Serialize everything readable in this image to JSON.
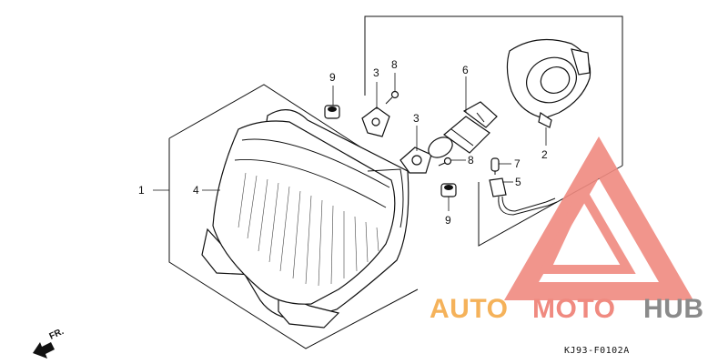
{
  "callouts": {
    "c1": "1",
    "c2": "2",
    "c3a": "3",
    "c3b": "3",
    "c4": "4",
    "c5": "5",
    "c6": "6",
    "c7": "7",
    "c8a": "8",
    "c8b": "8",
    "c9a": "9",
    "c9b": "9"
  },
  "direction_label": "FR.",
  "diagram_code": "KJ93-F0102A",
  "watermark": {
    "part1": "AUTO",
    "part2": "MOTO",
    "part3": "HUB",
    "color_orange": "#f5b25a",
    "color_salmon": "#f08a80",
    "color_gray": "#8a8a8a"
  }
}
